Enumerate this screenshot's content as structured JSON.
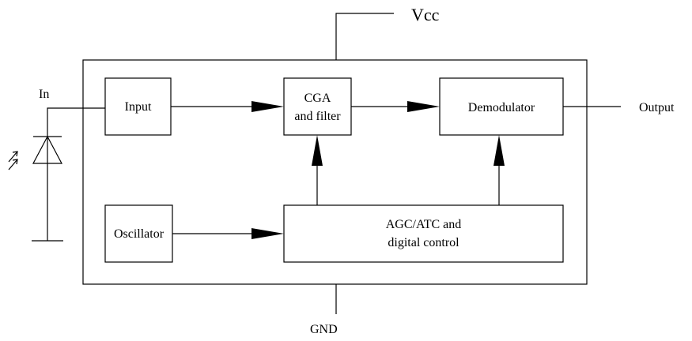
{
  "labels": {
    "vcc": "Vcc",
    "gnd": "GND",
    "in": "In",
    "output": "Output"
  },
  "blocks": {
    "input": "Input",
    "cga_line1": "CGA",
    "cga_line2": "and filter",
    "demodulator": "Demodulator",
    "oscillator": "Oscillator",
    "agc_line1": "AGC/ATC  and",
    "agc_line2": "digital control"
  }
}
